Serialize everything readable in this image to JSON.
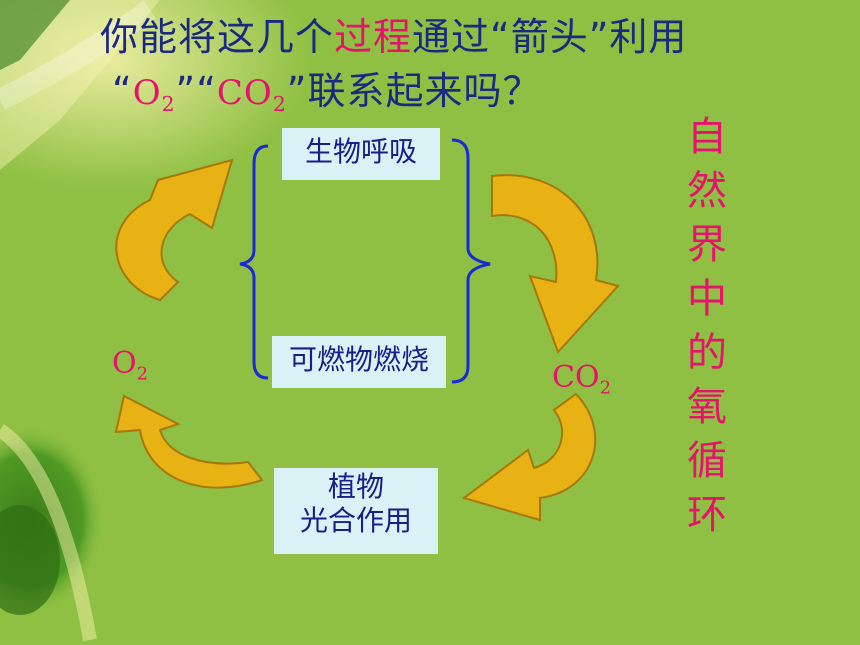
{
  "question": {
    "line1_pre": "你能将这几个",
    "line1_highlight": "过程",
    "line1_post": "通过“箭头”利用",
    "q_open1": "“",
    "o2_symbol": "O",
    "o2_sub": "2",
    "q_close1": "”",
    "q_open2": "“",
    "co2_symbol": "CO",
    "co2_sub": "2",
    "q_close2": "”",
    "line2_post": "联系起来吗？"
  },
  "processes": {
    "respiration": "生物呼吸",
    "combustion": "可燃物燃烧",
    "photosynthesis_line1": "植物",
    "photosynthesis_line2": "光合作用"
  },
  "gases": {
    "o2_symbol": "O",
    "o2_sub": "2",
    "co2_symbol": "CO",
    "co2_sub": "2"
  },
  "side_title": [
    "自",
    "然",
    "界",
    "中",
    "的",
    "氧",
    "循",
    "环"
  ],
  "colors": {
    "background": "#8fc043",
    "title_text": "#1b2a80",
    "highlight": "#e5136b",
    "box_fill": "#d9f2f5",
    "arrow_fill": "#e8b214",
    "arrow_dark": "#b8860b",
    "brace": "#1a2bd6"
  }
}
